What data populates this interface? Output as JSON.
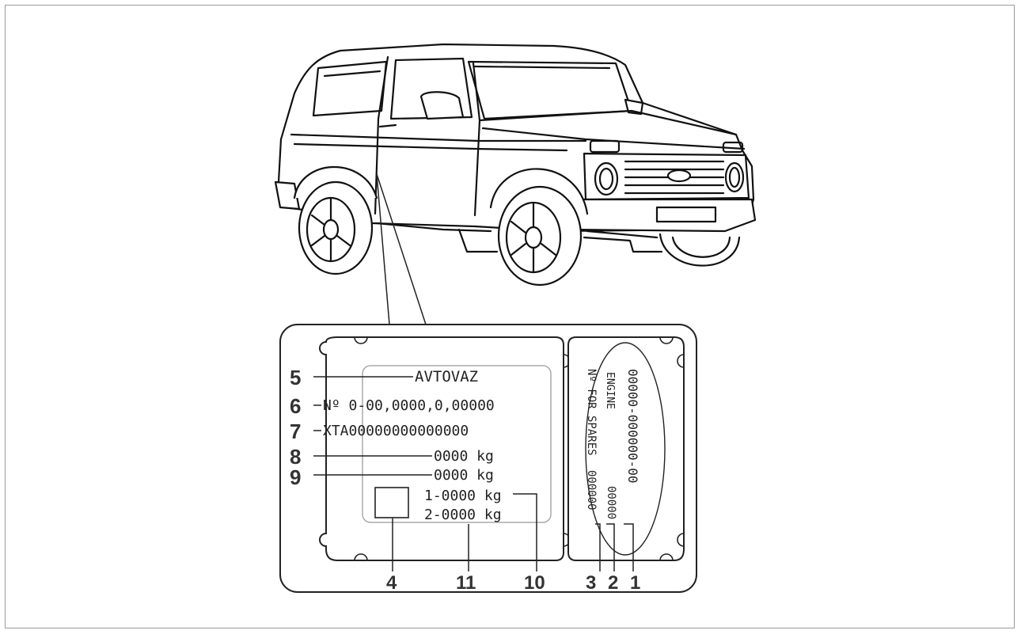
{
  "figure": {
    "callout_numbers": [
      "1",
      "2",
      "3",
      "4",
      "5",
      "6",
      "7",
      "8",
      "9",
      "10",
      "11"
    ],
    "body_plate": {
      "maker": "AVTOVAZ",
      "approval_number": "Nº 0-00,0000,0,00000",
      "vin": "XTA00000000000000",
      "max_permissible_mass": "0000 kg",
      "max_train_mass": "0000 kg",
      "front_axle_load": "1-0000 kg",
      "rear_axle_load": "2-0000 kg"
    },
    "engine_plate": {
      "engine_label": "ENGINE",
      "engine_number": "00000-000000-00",
      "spares_label": "Nº FOR SPARES",
      "spares_number_a": "00000",
      "spares_number_b": "000000"
    }
  }
}
